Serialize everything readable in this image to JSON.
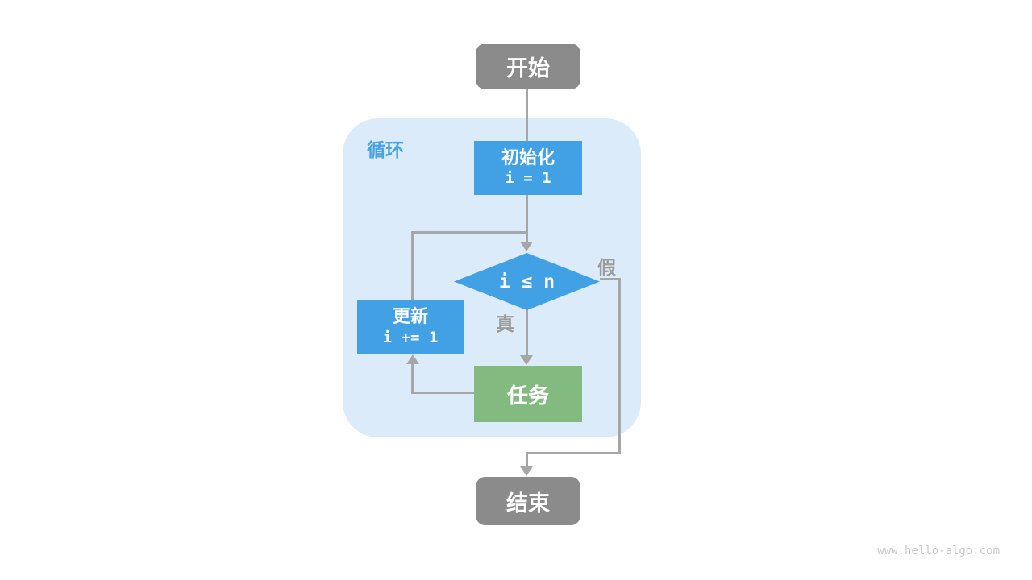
{
  "diagram": {
    "container_label": "循环",
    "nodes": {
      "start": {
        "label": "开始"
      },
      "init": {
        "title": "初始化",
        "code": "i = 1"
      },
      "condition": {
        "label": "i ≤ n"
      },
      "update": {
        "title": "更新",
        "code": "i += 1"
      },
      "task": {
        "label": "任务"
      },
      "end": {
        "label": "结束"
      }
    },
    "branch_labels": {
      "true": "真",
      "false": "假"
    },
    "colors": {
      "node_gray": "#8b8b8b",
      "node_blue": "#42a1e5",
      "node_green": "#83ba7f",
      "container_bg": "#dcebf9",
      "loop_label": "#4aa3e8",
      "line": "#a6a6a6",
      "branch_label": "#9b9b9b",
      "watermark": "#c9c9c9"
    }
  },
  "watermark": "www.hello-algo.com"
}
